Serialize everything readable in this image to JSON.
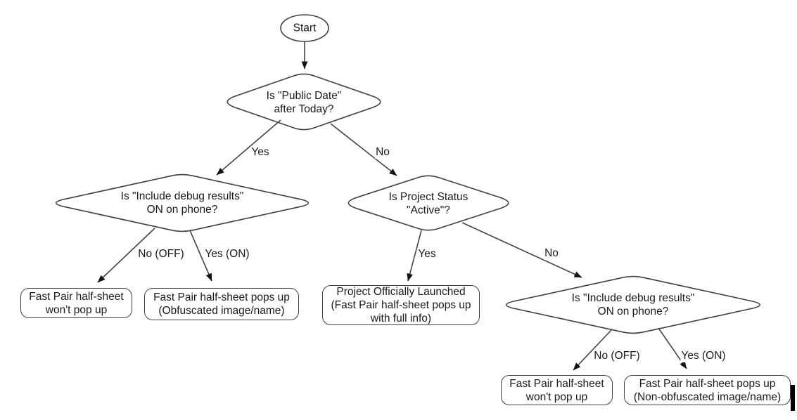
{
  "flowchart": {
    "nodes": {
      "start": {
        "label": "Start",
        "type": "terminator"
      },
      "public_date": {
        "label": "Is \"Public Date\"\nafter Today?",
        "type": "decision"
      },
      "debug_left": {
        "label": "Is \"Include debug results\"\nON on phone?",
        "type": "decision"
      },
      "project_status": {
        "label": "Is Project Status\n\"Active\"?",
        "type": "decision"
      },
      "debug_right": {
        "label": "Is \"Include debug results\"\nON on phone?",
        "type": "decision"
      },
      "no_popup_left": {
        "label": "Fast Pair half-sheet\nwon't pop up",
        "type": "outcome"
      },
      "popup_obfuscated": {
        "label": "Fast Pair half-sheet pops up\n(Obfuscated image/name)",
        "type": "outcome"
      },
      "launched": {
        "label": "Project Officially Launched\n(Fast Pair half-sheet pops up\nwith full info)",
        "type": "outcome"
      },
      "no_popup_right": {
        "label": "Fast Pair half-sheet\nwon't pop up",
        "type": "outcome"
      },
      "popup_non_obfuscated": {
        "label": "Fast Pair half-sheet pops up\n(Non-obfuscated image/name)",
        "type": "outcome"
      }
    },
    "edge_labels": {
      "public_date_yes": "Yes",
      "public_date_no": "No",
      "debug_left_no": "No (OFF)",
      "debug_left_yes": "Yes (ON)",
      "project_status_yes": "Yes",
      "project_status_no": "No",
      "debug_right_no": "No (OFF)",
      "debug_right_yes": "Yes (ON)"
    },
    "colors": {
      "shape_outline": "#3f3f3f",
      "connector": "#444444",
      "arrowhead": "#141414",
      "text": "#1a1a1a",
      "background": "#ffffff"
    }
  }
}
